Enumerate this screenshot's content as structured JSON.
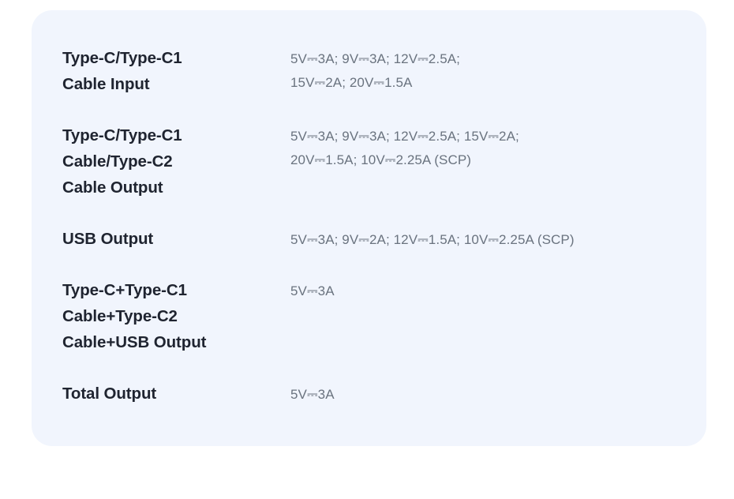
{
  "card": {
    "background_color": "#f1f5fd",
    "label_color": "#1f2430",
    "value_color": "#6a737f"
  },
  "spec_table": {
    "rows": [
      {
        "label": "Type-C/Type-C1 Cable Input",
        "label_lines": [
          "Type-C/Type-C1",
          "Cable Input"
        ],
        "value": "5V⎓3A; 9V⎓3A; 12V⎓2.5A;\n15V⎓2A; 20V⎓1.5A"
      },
      {
        "label": "Type-C/Type-C1 Cable/Type-C2 Cable Output",
        "label_lines": [
          "Type-C/Type-C1",
          "Cable/Type-C2",
          "Cable Output"
        ],
        "value": "5V⎓3A; 9V⎓3A; 12V⎓2.5A; 15V⎓2A;\n20V⎓1.5A; 10V⎓2.25A (SCP)"
      },
      {
        "label": "USB Output",
        "label_lines": [
          "USB Output"
        ],
        "value": "5V⎓3A; 9V⎓2A; 12V⎓1.5A; 10V⎓2.25A (SCP)"
      },
      {
        "label": "Type-C+Type-C1 Cable+Type-C2 Cable+USB Output",
        "label_lines": [
          "Type-C+Type-C1",
          "Cable+Type-C2",
          "Cable+USB Output"
        ],
        "value": "5V⎓3A"
      },
      {
        "label": "Total Output",
        "label_lines": [
          "Total Output"
        ],
        "value": "5V⎓3A"
      }
    ]
  }
}
